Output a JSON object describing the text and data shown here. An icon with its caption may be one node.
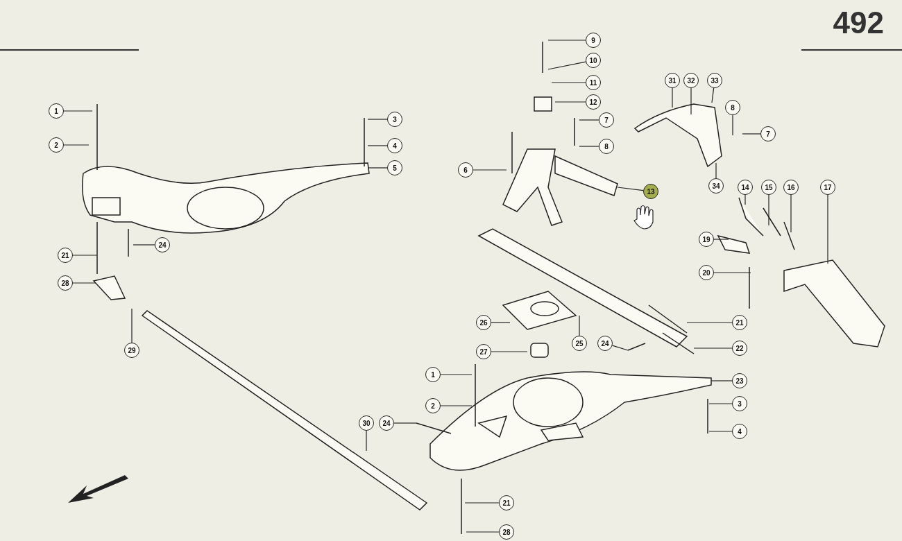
{
  "diagram": {
    "nodes": [
      {
        "text": [
          "1"
        ]
      },
      {
        "text": [
          "2"
        ]
      },
      {
        "text": [
          "3"
        ]
      },
      {
        "text": [
          "4"
        ]
      },
      {
        "text": [
          "5"
        ]
      },
      {
        "text": [
          "24"
        ]
      },
      {
        "text": [
          "21"
        ]
      },
      {
        "text": [
          "28"
        ]
      },
      {
        "text": [
          "29"
        ]
      },
      {
        "text": [
          "9"
        ]
      },
      {
        "text": [
          "10"
        ]
      },
      {
        "text": [
          "11"
        ]
      },
      {
        "text": [
          "12"
        ]
      },
      {
        "text": [
          "7"
        ]
      },
      {
        "text": [
          "8"
        ]
      },
      {
        "text": [
          "6"
        ]
      },
      {
        "text": [
          "13"
        ]
      },
      {
        "text": [
          "31"
        ]
      },
      {
        "text": [
          "32"
        ]
      },
      {
        "text": [
          "33"
        ]
      },
      {
        "text": [
          "8"
        ]
      },
      {
        "text": [
          "7"
        ]
      },
      {
        "text": [
          "34"
        ]
      },
      {
        "text": [
          "14"
        ]
      },
      {
        "text": [
          "15"
        ]
      },
      {
        "text": [
          "16"
        ]
      },
      {
        "text": [
          "17"
        ]
      },
      {
        "text": [
          "19"
        ]
      },
      {
        "text": [
          "20"
        ]
      },
      {
        "text": [
          "21"
        ]
      },
      {
        "text": [
          "22"
        ]
      },
      {
        "text": [
          "26"
        ]
      },
      {
        "text": [
          "25"
        ]
      },
      {
        "text": [
          "27"
        ]
      },
      {
        "text": [
          "24"
        ]
      },
      {
        "text": [
          "23"
        ]
      },
      {
        "text": [
          "1"
        ]
      },
      {
        "text": [
          "2"
        ]
      },
      {
        "text": [
          "3"
        ]
      },
      {
        "text": [
          "4"
        ]
      },
      {
        "text": [
          "30"
        ]
      },
      {
        "text": [
          "24"
        ]
      },
      {
        "text": [
          "21"
        ]
      },
      {
        "text": [
          "28"
        ]
      }
    ],
    "edges": [
      {
        "from": 0,
        "to": null,
        "arrow": "none"
      },
      {
        "from": 1,
        "to": null,
        "arrow": "none"
      },
      {
        "from": 2,
        "to": null,
        "arrow": "none"
      },
      {
        "from": 3,
        "to": null,
        "arrow": "none"
      },
      {
        "from": 4,
        "to": null,
        "arrow": "none"
      },
      {
        "from": 5,
        "to": null,
        "arrow": "none"
      },
      {
        "from": 6,
        "to": null,
        "arrow": "none"
      },
      {
        "from": 7,
        "to": null,
        "arrow": "none"
      },
      {
        "from": 8,
        "to": null,
        "arrow": "none"
      },
      {
        "from": 9,
        "to": null,
        "arrow": "none"
      },
      {
        "from": 10,
        "to": null,
        "arrow": "none"
      },
      {
        "from": 11,
        "to": null,
        "arrow": "none"
      },
      {
        "from": 12,
        "to": null,
        "arrow": "none"
      },
      {
        "from": 13,
        "to": null,
        "arrow": "none"
      },
      {
        "from": 14,
        "to": null,
        "arrow": "none"
      },
      {
        "from": 15,
        "to": null,
        "arrow": "none"
      },
      {
        "from": 16,
        "to": null,
        "arrow": "none"
      },
      {
        "from": 17,
        "to": null,
        "arrow": "none"
      },
      {
        "from": 18,
        "to": null,
        "arrow": "none"
      },
      {
        "from": 19,
        "to": null,
        "arrow": "none"
      },
      {
        "from": 20,
        "to": null,
        "arrow": "none"
      },
      {
        "from": 21,
        "to": null,
        "arrow": "none"
      },
      {
        "from": 22,
        "to": null,
        "arrow": "none"
      },
      {
        "from": 23,
        "to": null,
        "arrow": "none"
      },
      {
        "from": 24,
        "to": null,
        "arrow": "none"
      },
      {
        "from": 25,
        "to": null,
        "arrow": "none"
      },
      {
        "from": 26,
        "to": null,
        "arrow": "none"
      },
      {
        "from": 27,
        "to": null,
        "arrow": "none"
      },
      {
        "from": 28,
        "to": null,
        "arrow": "none"
      },
      {
        "from": 29,
        "to": null,
        "arrow": "none"
      },
      {
        "from": 30,
        "to": null,
        "arrow": "none"
      },
      {
        "from": 31,
        "to": null,
        "arrow": "none"
      },
      {
        "from": 32,
        "to": null,
        "arrow": "none"
      },
      {
        "from": 33,
        "to": null,
        "arrow": "none"
      },
      {
        "from": 34,
        "to": null,
        "arrow": "none"
      },
      {
        "from": 35,
        "to": null,
        "arrow": "none"
      },
      {
        "from": 36,
        "to": null,
        "arrow": "none"
      },
      {
        "from": 37,
        "to": null,
        "arrow": "none"
      },
      {
        "from": 38,
        "to": null,
        "arrow": "none"
      },
      {
        "from": 39,
        "to": null,
        "arrow": "none"
      },
      {
        "from": 40,
        "to": null,
        "arrow": "none"
      },
      {
        "from": 41,
        "to": null,
        "arrow": "none"
      },
      {
        "from": 42,
        "to": null,
        "arrow": "none"
      },
      {
        "from": 43,
        "to": null,
        "arrow": "none"
      }
    ],
    "labels": [
      "492"
    ]
  }
}
